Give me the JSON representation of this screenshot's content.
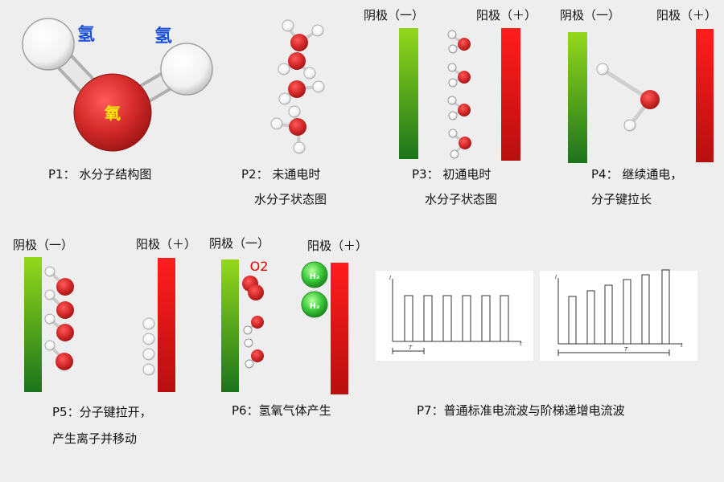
{
  "colors": {
    "background": "#eeeeee",
    "oxygen": "#d42a2a",
    "hydrogen": "#ffffff",
    "anode_top": "#ff1a1a",
    "anode_bottom": "#b80f0f",
    "cathode_top": "#8fd41a",
    "cathode_bottom": "#1f7a1f",
    "h_label": "#1a4fd6",
    "o_label": "#ffee00",
    "o2_label": "#e00000"
  },
  "electrodes": {
    "cathode": "阴极（一）",
    "anode": "阳极（＋）"
  },
  "p1": {
    "caption": "P1： 水分子结构图",
    "hydrogen_label": "氢",
    "oxygen_label": "氧"
  },
  "p2": {
    "caption_line1": "P2： 未通电时",
    "caption_line2": "水分子状态图"
  },
  "p3": {
    "caption_line1": "P3： 初通电时",
    "caption_line2": "水分子状态图"
  },
  "p4": {
    "caption_line1": "P4： 继续通电，",
    "caption_line2": "分子键拉长"
  },
  "p5": {
    "caption_line1": "P5：分子键拉开，",
    "caption_line2": "产生离子并移动"
  },
  "p6": {
    "caption": "P6：氢氧气体产生",
    "o2_label": "O2",
    "h2_label": "H₂"
  },
  "p7": {
    "caption": "P7：普通标准电流波与阶梯递增电流波",
    "axis_i": "I",
    "axis_t": "t",
    "period": "T"
  }
}
